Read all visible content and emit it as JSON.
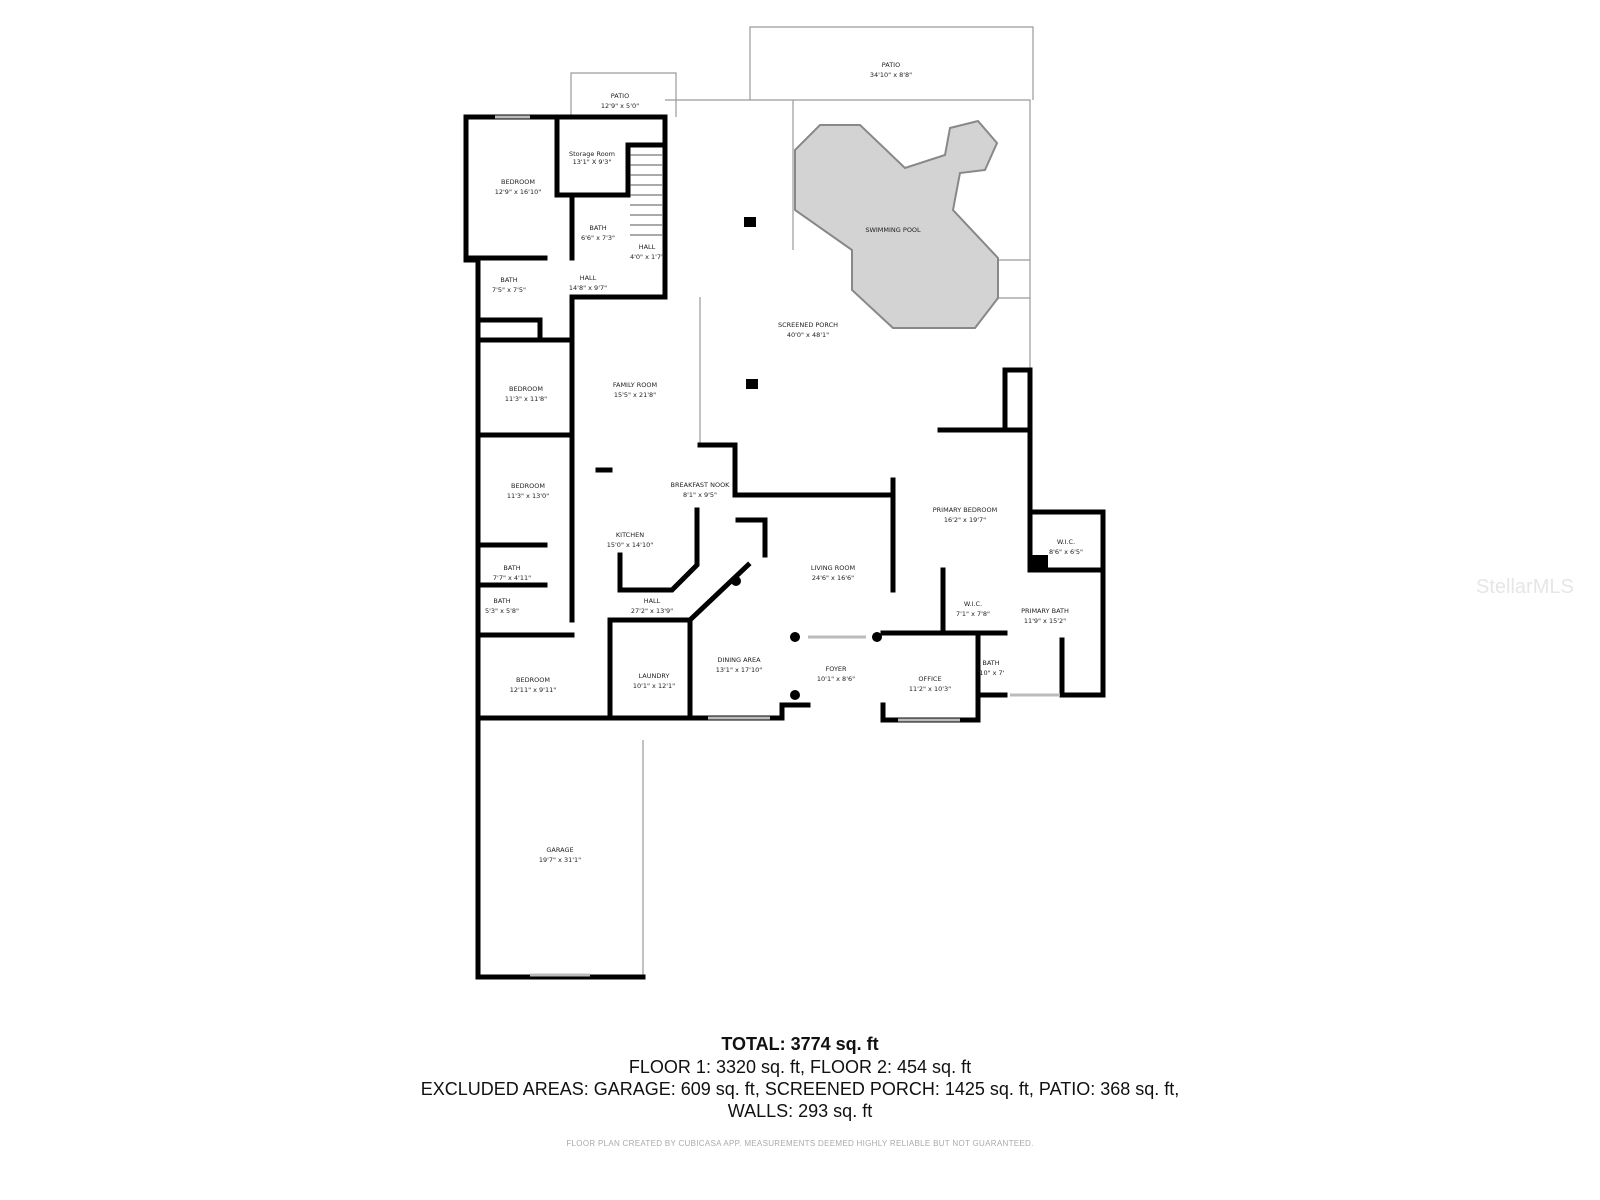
{
  "rooms": {
    "patio_large": {
      "name": "PATIO",
      "dims": "34'10\" x 8'8\""
    },
    "patio_small": {
      "name": "PATIO",
      "dims": "12'9\" x 5'0\""
    },
    "storage": {
      "name": "Storage Room",
      "dims": "13'1\" X 9'3\""
    },
    "bedroom_upper": {
      "name": "BEDROOM",
      "dims": "12'9\" x 16'10\""
    },
    "bath_upper": {
      "name": "BATH",
      "dims": "6'6\" x 7'3\""
    },
    "hall_small": {
      "name": "HALL",
      "dims": "4'0\" x 1'7\""
    },
    "hall_upper": {
      "name": "HALL",
      "dims": "14'8\" x 9'7\""
    },
    "bath_a": {
      "name": "BATH",
      "dims": "7'5\" x 7'5\""
    },
    "swimming_pool": {
      "name": "SWIMMING POOL",
      "dims": ""
    },
    "screened_porch": {
      "name": "SCREENED PORCH",
      "dims": "40'0\" x 48'1\""
    },
    "bedroom_b": {
      "name": "BEDROOM",
      "dims": "11'3\" x 11'8\""
    },
    "family_room": {
      "name": "FAMILY ROOM",
      "dims": "15'5\" x 21'8\""
    },
    "bedroom_c": {
      "name": "BEDROOM",
      "dims": "11'3\" x 13'0\""
    },
    "breakfast_nook": {
      "name": "BREAKFAST NOOK",
      "dims": "8'1\" x 9'5\""
    },
    "kitchen": {
      "name": "KITCHEN",
      "dims": "15'0\" x 14'10\""
    },
    "bath_b": {
      "name": "BATH",
      "dims": "7'7\" x 4'11\""
    },
    "bath_c": {
      "name": "BATH",
      "dims": "5'3\" x 5'8\""
    },
    "hall_main": {
      "name": "HALL",
      "dims": "27'2\" x 13'9\""
    },
    "primary_bedroom": {
      "name": "PRIMARY BEDROOM",
      "dims": "16'2\" x 19'7\""
    },
    "wic_a": {
      "name": "W.I.C.",
      "dims": "8'6\" x 6'5\""
    },
    "living_room": {
      "name": "LIVING ROOM",
      "dims": "24'6\" x 16'6\""
    },
    "wic_b": {
      "name": "W.I.C.",
      "dims": "7'1\" x 7'8\""
    },
    "primary_bath": {
      "name": "PRIMARY BATH",
      "dims": "11'9\" x 15'2\""
    },
    "bedroom_d": {
      "name": "BEDROOM",
      "dims": "12'11\" x 9'11\""
    },
    "laundry": {
      "name": "LAUNDRY",
      "dims": "10'1\" x 12'1\""
    },
    "dining_area": {
      "name": "DINING AREA",
      "dims": "13'1\" x 17'10\""
    },
    "foyer": {
      "name": "FOYER",
      "dims": "10'1\" x 8'6\""
    },
    "office": {
      "name": "OFFICE",
      "dims": "11'2\" x 10'3\""
    },
    "bath_d": {
      "name": "BATH",
      "dims": "'10\" x 7'"
    },
    "garage": {
      "name": "GARAGE",
      "dims": "19'7\" x 31'1\""
    }
  },
  "summary": {
    "total": "TOTAL: 3774 sq. ft",
    "floors": "FLOOR 1: 3320 sq. ft, FLOOR 2: 454 sq. ft",
    "excluded": "EXCLUDED AREAS: GARAGE: 609 sq. ft, SCREENED PORCH: 1425 sq. ft, PATIO: 368 sq. ft,",
    "walls": "WALLS: 293 sq. ft"
  },
  "footer": "FLOOR PLAN CREATED BY CUBICASA APP. MEASUREMENTS DEEMED HIGHLY RELIABLE BUT NOT GUARANTEED.",
  "watermark": "StellarMLS",
  "colors": {
    "wall": "#000000",
    "pool": "#d3d3d3",
    "thin": "#9a9a9a"
  }
}
